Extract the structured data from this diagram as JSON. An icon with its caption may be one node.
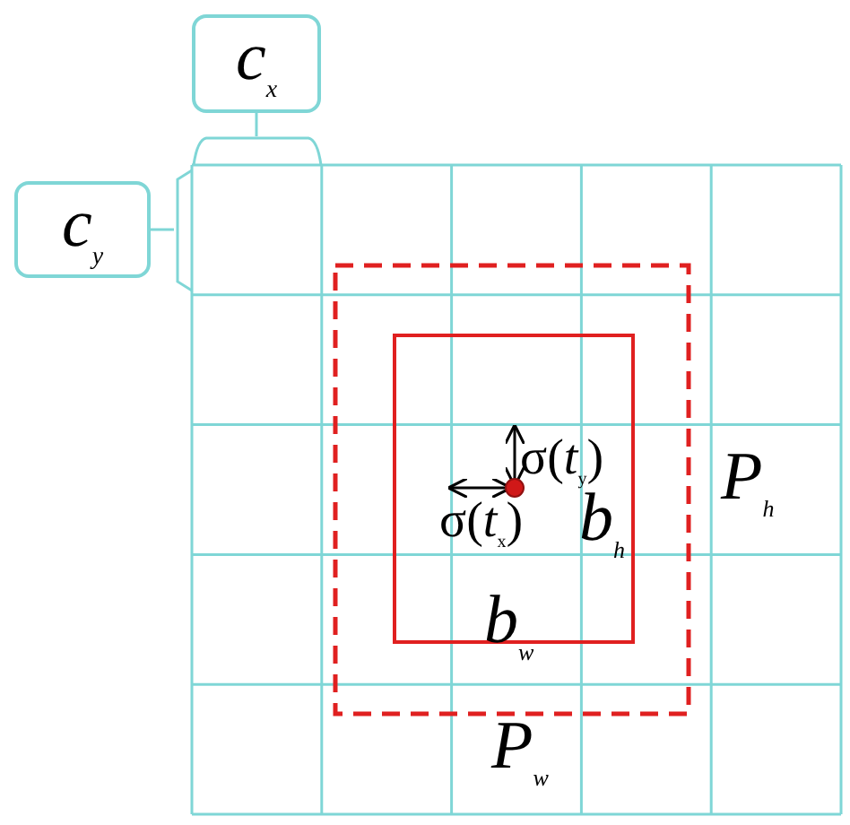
{
  "diagram": {
    "nodes": [
      {
        "text": [
          "c$_{x}$"
        ]
      },
      {
        "text": [
          "c$_{y}$"
        ]
      },
      {
        "text": [],
        "shape": "bracket"
      },
      {
        "text": [],
        "shape": "bracket"
      }
    ],
    "edges": [
      {
        "from": 0,
        "to": 2,
        "arrow": "none"
      },
      {
        "from": 1,
        "to": 3,
        "arrow": "none"
      }
    ],
    "labels": [
      "σ(*t*$_{y}$)",
      "σ(*t*$_{x}$)",
      "b$_{h}$",
      "b$_{w}$",
      "P$_{h}$",
      "P$_{w}$"
    ]
  }
}
